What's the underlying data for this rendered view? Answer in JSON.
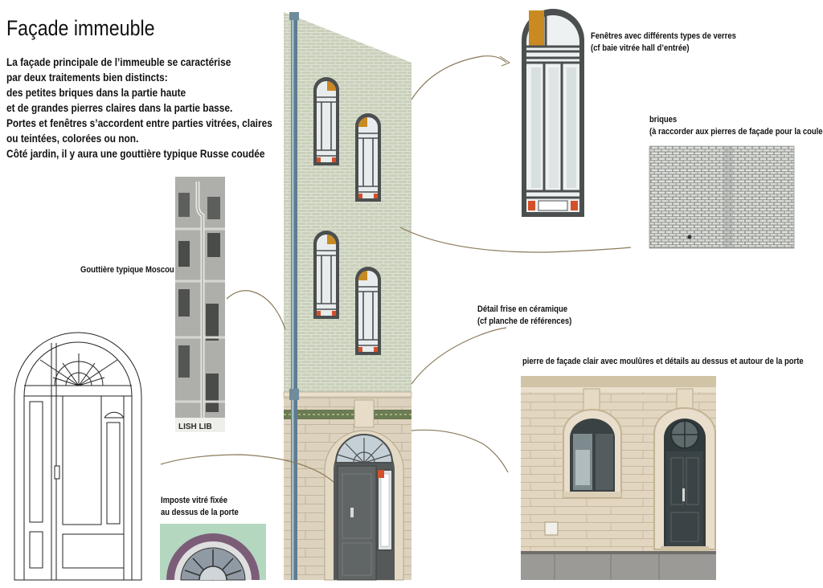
{
  "title": "Façade immeuble",
  "intro_lines": [
    "La façade principale de l’immeuble se caractérise",
    "par deux traitements bien distincts:",
    "des petites briques dans la partie haute",
    "et de grandes pierres claires dans la partie basse.",
    "Portes et fenêtres s’accordent entre parties vitrées, claires",
    "ou teintées, colorées ou non.",
    "Côté jardin, il y aura une gouttière typique Russe coudée"
  ],
  "annotations": {
    "windows": [
      "Fenêtres avec différents types de verres",
      "(cf baie vitrée hall d’entrée)"
    ],
    "bricks": [
      "briques",
      "(à raccorder aux pierres de façade pour la couleur)"
    ],
    "gutter": [
      "Gouttière typique Moscou"
    ],
    "frieze": [
      "Détail frise en céramique",
      "(cf planche de références)"
    ],
    "stone": [
      "pierre de façade clair avec moulûres et détails au dessus et autour de la porte"
    ],
    "transom": [
      "Imposte vitré fixée",
      "au dessus de la porte"
    ]
  },
  "photo_text": {
    "gutter_sign": "LISH LIB"
  },
  "colors": {
    "brick": "#c9d0ba",
    "stone": "#ddd2bd",
    "frame": "#4b4f4f",
    "amber_glass": "#c98a22",
    "red_glass": "#d4502a",
    "gutter": "#5e7d8f",
    "leader_line": "#8a7a5a"
  }
}
